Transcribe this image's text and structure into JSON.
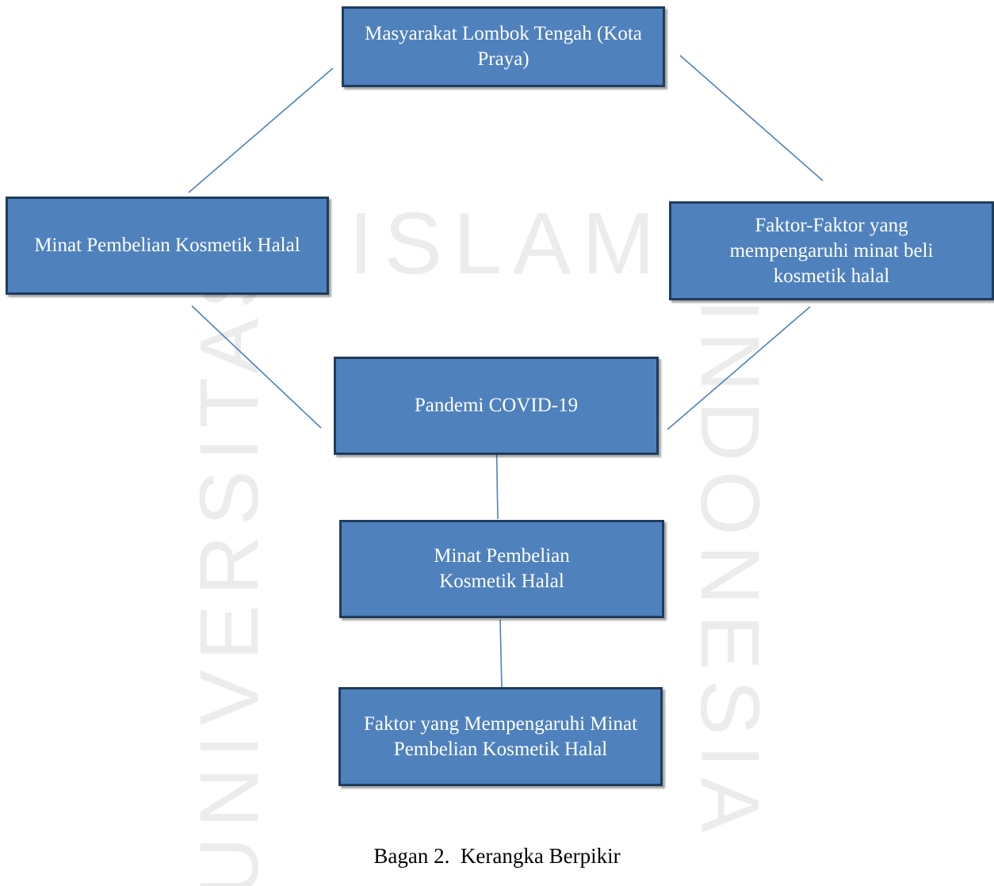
{
  "diagram": {
    "nodes": {
      "top": "Masyarakat Lombok Tengah (Kota Praya)",
      "left": "Minat Pembelian Kosmetik Halal",
      "right": "Faktor-Faktor yang mempengaruhi minat beli kosmetik halal",
      "center": "Pandemi COVID-19",
      "middle": "Minat Pembelian Kosmetik Halal",
      "bottom": "Faktor yang Mempengaruhi Minat Pembelian Kosmetik Halal"
    },
    "edges": [
      {
        "from": "top",
        "to": "left"
      },
      {
        "from": "top",
        "to": "right"
      },
      {
        "from": "left",
        "to": "center"
      },
      {
        "from": "right",
        "to": "center"
      },
      {
        "from": "center",
        "to": "middle"
      },
      {
        "from": "middle",
        "to": "bottom"
      }
    ]
  },
  "caption": "Bagan 2.  Kerangka Berpikir",
  "watermark": {
    "left": "UNIVERSITAS",
    "top": "ISLAM",
    "right": "INDONESIA"
  },
  "colors": {
    "box_fill": "#4f81bd",
    "box_border": "#1f3c5c",
    "connector": "#4f81bd",
    "box_text": "#ffffff"
  }
}
